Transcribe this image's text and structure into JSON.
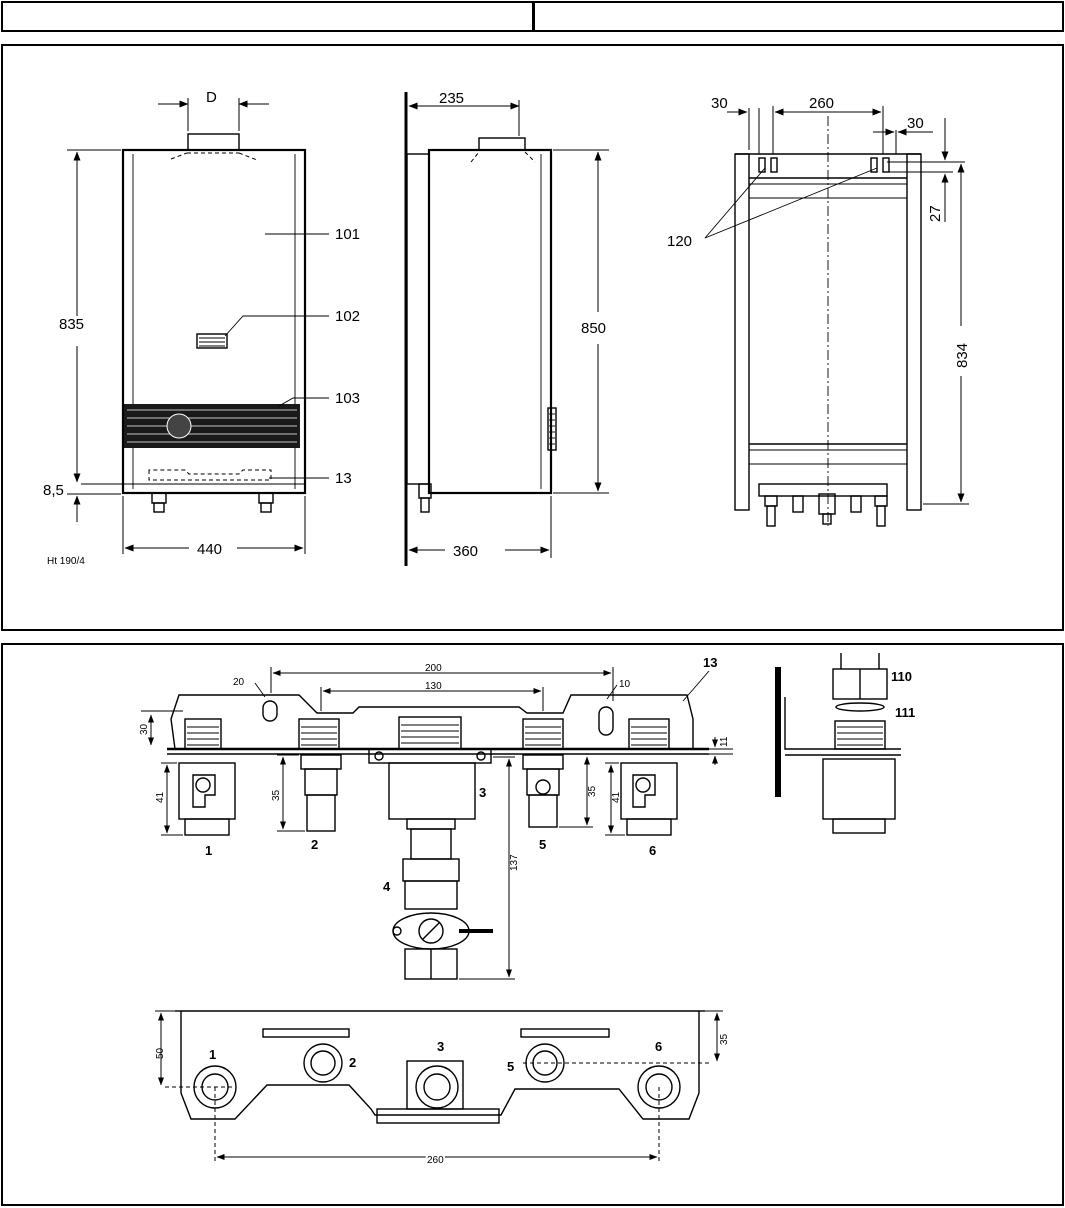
{
  "front_view": {
    "label_d": "D",
    "dim_height": "835",
    "dim_width": "440",
    "dim_bottom": "8,5",
    "callout_101": "101",
    "callout_102": "102",
    "callout_103": "103",
    "callout_13": "13",
    "drawing_ref": "Ht 190/4"
  },
  "side_view": {
    "dim_top_offset": "235",
    "dim_height": "850",
    "dim_depth": "360"
  },
  "back_view": {
    "dim_left_30": "30",
    "dim_260": "260",
    "dim_right_30": "30",
    "dim_27": "27",
    "dim_height": "834",
    "callout_120": "120"
  },
  "connection_detail": {
    "callout_13": "13",
    "dim_200": "200",
    "dim_130": "130",
    "dim_20": "20",
    "dim_10": "10",
    "dim_30": "30",
    "dim_11": "11",
    "dim_41_left": "41",
    "dim_35_left": "35",
    "dim_35_right": "35",
    "dim_41_right": "41",
    "dim_137": "137",
    "item_1": "1",
    "item_2": "2",
    "item_3": "3",
    "item_4": "4",
    "item_5": "5",
    "item_6": "6",
    "callout_110": "110",
    "callout_111": "111"
  },
  "bracket_plan": {
    "dim_50": "50",
    "dim_35": "35",
    "dim_260": "260",
    "item_1": "1",
    "item_2": "2",
    "item_3": "3",
    "item_5": "5",
    "item_6": "6"
  }
}
